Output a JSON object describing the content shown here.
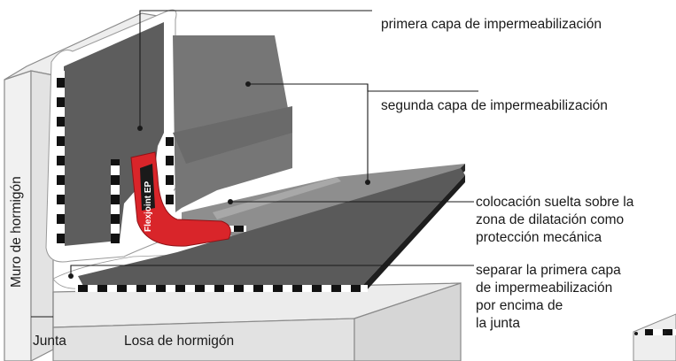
{
  "labels": {
    "first_layer": "primera capa de impermeabilización",
    "second_layer": "segunda capa de impermeabilización",
    "loose_laying": [
      "colocación suelta sobre la",
      "zona de dilatación como",
      "protección mecánica"
    ],
    "separate": [
      "separar la primera capa",
      "de impermeabilización",
      "por encima de",
      "la junta"
    ],
    "wall": "Muro de hormigón",
    "joint": "Junta",
    "slab": "Losa de hormigón",
    "product": "Flexjoint EP"
  },
  "colors": {
    "concrete": "#e6e6e6",
    "concrete_edge": "#8a8a8a",
    "membrane_dark": "#5e5e5e",
    "membrane_mid": "#777777",
    "membrane_light": "#8c8c8c",
    "flexjoint": "#d9252a",
    "leader": "#1a1a1a"
  }
}
